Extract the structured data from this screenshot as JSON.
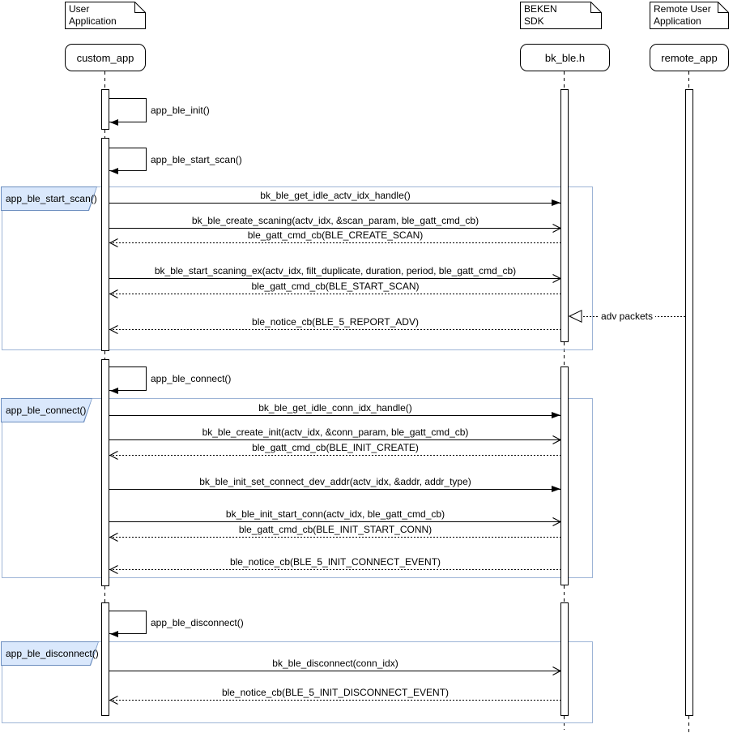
{
  "diagram_type": "uml-sequence-diagram",
  "colors": {
    "line": "#000000",
    "frame_border": "#9db4d6",
    "frame_label_fill": "#dae8fc",
    "frame_label_border": "#6c8ebf",
    "background": "#ffffff"
  },
  "actors": [
    {
      "id": "custom_app",
      "note_line1": "User",
      "note_line2": "Application",
      "name": "custom_app"
    },
    {
      "id": "bk_ble",
      "note_line1": "BEKEN",
      "note_line2": "SDK",
      "name": "bk_ble.h"
    },
    {
      "id": "remote_app",
      "note_line1": "Remote User",
      "note_line2": "Application",
      "name": "remote_app"
    }
  ],
  "frames": [
    {
      "label": "app_ble_start_scan()"
    },
    {
      "label": "app_ble_connect()"
    },
    {
      "label": "app_ble_disconnect()"
    }
  ],
  "self_messages": [
    {
      "label": "app_ble_init()",
      "actor": "custom_app"
    },
    {
      "label": "app_ble_start_scan()",
      "actor": "custom_app"
    },
    {
      "label": "app_ble_connect()",
      "actor": "custom_app"
    },
    {
      "label": "app_ble_disconnect()",
      "actor": "custom_app"
    }
  ],
  "messages": [
    {
      "label": "bk_ble_get_idle_actv_idx_handle()",
      "kind": "call",
      "arrow": "filled",
      "from": "custom_app",
      "to": "bk_ble.h"
    },
    {
      "label": "bk_ble_create_scaning(actv_idx, &scan_param, ble_gatt_cmd_cb)",
      "kind": "call",
      "arrow": "open",
      "from": "custom_app",
      "to": "bk_ble.h"
    },
    {
      "label": "ble_gatt_cmd_cb(BLE_CREATE_SCAN)",
      "kind": "return",
      "arrow": "open",
      "from": "bk_ble.h",
      "to": "custom_app"
    },
    {
      "label": "bk_ble_start_scaning_ex(actv_idx, filt_duplicate, duration, period, ble_gatt_cmd_cb)",
      "kind": "call",
      "arrow": "open",
      "from": "custom_app",
      "to": "bk_ble.h"
    },
    {
      "label": "ble_gatt_cmd_cb(BLE_START_SCAN)",
      "kind": "return",
      "arrow": "open",
      "from": "bk_ble.h",
      "to": "custom_app"
    },
    {
      "label": "adv packets",
      "kind": "async",
      "arrow": "open-triangle",
      "from": "remote_app",
      "to": "bk_ble.h"
    },
    {
      "label": "ble_notice_cb(BLE_5_REPORT_ADV)",
      "kind": "return",
      "arrow": "open",
      "from": "bk_ble.h",
      "to": "custom_app"
    },
    {
      "label": "bk_ble_get_idle_conn_idx_handle()",
      "kind": "call",
      "arrow": "filled",
      "from": "custom_app",
      "to": "bk_ble.h"
    },
    {
      "label": "bk_ble_create_init(actv_idx, &conn_param, ble_gatt_cmd_cb)",
      "kind": "call",
      "arrow": "open",
      "from": "custom_app",
      "to": "bk_ble.h"
    },
    {
      "label": "ble_gatt_cmd_cb(BLE_INIT_CREATE)",
      "kind": "return",
      "arrow": "open",
      "from": "bk_ble.h",
      "to": "custom_app"
    },
    {
      "label": "bk_ble_init_set_connect_dev_addr(actv_idx, &addr, addr_type)",
      "kind": "call",
      "arrow": "filled",
      "from": "custom_app",
      "to": "bk_ble.h"
    },
    {
      "label": "bk_ble_init_start_conn(actv_idx, ble_gatt_cmd_cb)",
      "kind": "call",
      "arrow": "open",
      "from": "custom_app",
      "to": "bk_ble.h"
    },
    {
      "label": "ble_gatt_cmd_cb(BLE_INIT_START_CONN)",
      "kind": "return",
      "arrow": "open",
      "from": "bk_ble.h",
      "to": "custom_app"
    },
    {
      "label": "ble_notice_cb(BLE_5_INIT_CONNECT_EVENT)",
      "kind": "return",
      "arrow": "open",
      "from": "bk_ble.h",
      "to": "custom_app"
    },
    {
      "label": "bk_ble_disconnect(conn_idx)",
      "kind": "call",
      "arrow": "open",
      "from": "custom_app",
      "to": "bk_ble.h"
    },
    {
      "label": "ble_notice_cb(BLE_5_INIT_DISCONNECT_EVENT)",
      "kind": "return",
      "arrow": "open",
      "from": "bk_ble.h",
      "to": "custom_app"
    }
  ]
}
